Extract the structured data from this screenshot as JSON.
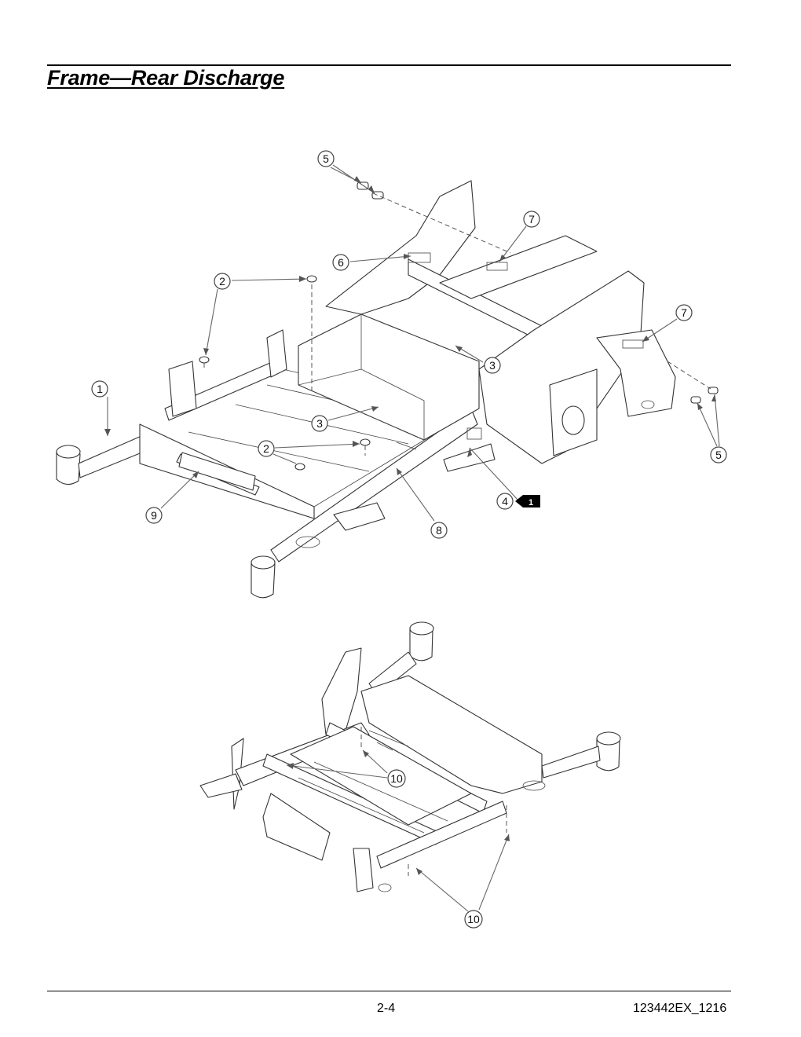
{
  "page": {
    "title": "Frame—Rear Discharge",
    "page_number": "2-4",
    "document_code": "123442EX_1216"
  },
  "callouts": {
    "c1": "1",
    "c2a": "2",
    "c2b": "2",
    "c3a": "3",
    "c3b": "3",
    "c4": "4",
    "c4_note": "1",
    "c5a": "5",
    "c5b": "5",
    "c6": "6",
    "c7a": "7",
    "c7b": "7",
    "c8": "8",
    "c9": "9",
    "c10a": "10",
    "c10b": "10"
  }
}
